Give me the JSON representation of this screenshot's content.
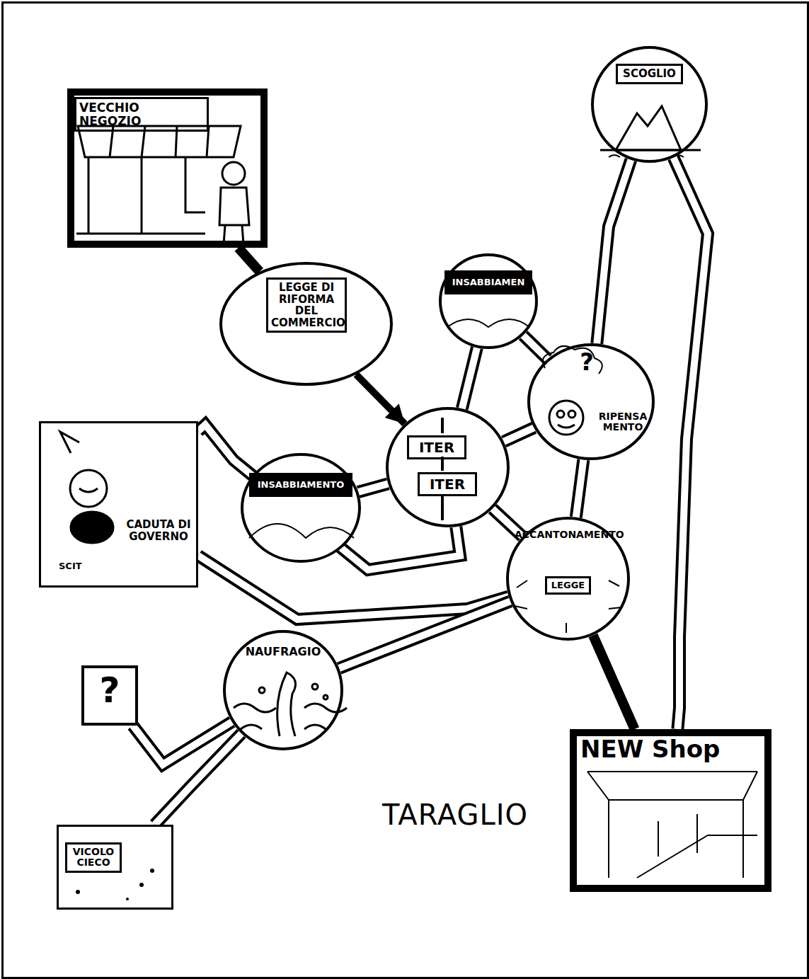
{
  "diagram": {
    "nodes": [
      {
        "text": [
          "VECCHIO NEGOZIO"
        ]
      },
      {
        "text": [
          "LEGGE DI RIFORMA DEL COMMERCIO"
        ]
      },
      {
        "text": [
          "ITER",
          "ITER"
        ]
      },
      {
        "text": [
          "INSABBIAMEN"
        ]
      },
      {
        "text": [
          "SCOGLIO"
        ]
      },
      {
        "text": [
          "?",
          "RIPENSA MENTO"
        ]
      },
      {
        "text": [
          "INSABBIAMENTO"
        ]
      },
      {
        "text": [
          "CADUTA DI GOVERNO",
          "SCIT"
        ]
      },
      {
        "text": [
          "ACCANTONAMENTO",
          "LEGGE"
        ]
      },
      {
        "text": [
          "NAUFRAGIO"
        ]
      },
      {
        "text": [
          "?"
        ]
      },
      {
        "text": [
          "VICOLO CIECO"
        ]
      },
      {
        "text": [
          "NEW Shop"
        ]
      }
    ],
    "edges": [
      {
        "from": 0,
        "to": 1,
        "arrow": "none"
      },
      {
        "from": 1,
        "to": 2,
        "arrow": "to"
      },
      {
        "from": 2,
        "to": 3,
        "arrow": "none"
      },
      {
        "from": 2,
        "to": 6,
        "arrow": "none"
      },
      {
        "from": 2,
        "to": 7,
        "arrow": "none"
      },
      {
        "from": 2,
        "to": 5,
        "arrow": "none"
      },
      {
        "from": 2,
        "to": 8,
        "arrow": "none"
      },
      {
        "from": 3,
        "to": 5,
        "arrow": "none"
      },
      {
        "from": 5,
        "to": 4,
        "arrow": "none"
      },
      {
        "from": 4,
        "to": 12,
        "arrow": "none"
      },
      {
        "from": 5,
        "to": 8,
        "arrow": "none"
      },
      {
        "from": 7,
        "to": 8,
        "arrow": "none"
      },
      {
        "from": 8,
        "to": 12,
        "arrow": "none"
      },
      {
        "from": 8,
        "to": 9,
        "arrow": "none"
      },
      {
        "from": 9,
        "to": 10,
        "arrow": "none"
      },
      {
        "from": 9,
        "to": 11,
        "arrow": "none"
      }
    ],
    "labels": [
      "TARAGLIO"
    ]
  }
}
